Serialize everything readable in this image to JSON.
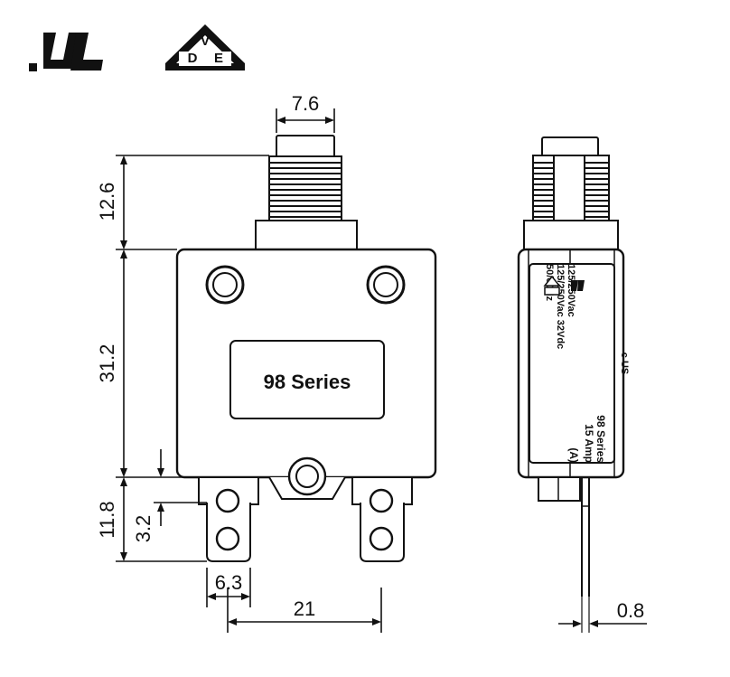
{
  "logos": {
    "ul": "UL",
    "vde": [
      "V",
      "D",
      "E"
    ]
  },
  "front_view": {
    "label": "98  Series"
  },
  "side_view": {
    "label_lines": [
      "98 Series",
      "15 Amp",
      "(A)"
    ],
    "rating_lines": [
      "125/250Vac",
      "125/250Vac 32Vdc",
      "50/60Hz"
    ],
    "cert_mark": "c US"
  },
  "dimensions": {
    "button_width": "7.6",
    "button_height": "12.6",
    "body_height": "31.2",
    "terminal_height": "11.8",
    "terminal_offset": "3.2",
    "terminal_width": "6.3",
    "terminal_spacing": "21",
    "pin_thickness": "0.8"
  },
  "colors": {
    "line": "#111111",
    "background": "#ffffff"
  }
}
